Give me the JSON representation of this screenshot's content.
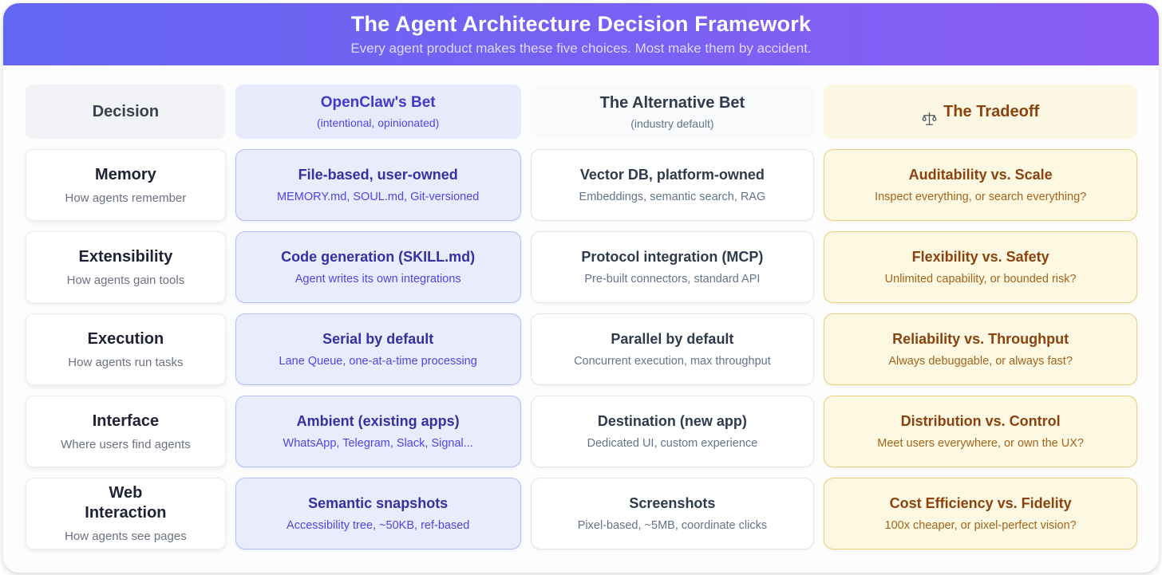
{
  "banner": {
    "title": "The Agent Architecture Decision Framework",
    "subtitle": "Every agent product makes these five choices. Most make them by accident."
  },
  "columns": {
    "decision": {
      "label": "Decision"
    },
    "openclaw": {
      "label": "OpenClaw's Bet",
      "sublabel": "(intentional, opinionated)"
    },
    "alternative": {
      "label": "The Alternative Bet",
      "sublabel": "(industry default)"
    },
    "tradeoff": {
      "label": "The Tradeoff",
      "icon": "scale-icon"
    }
  },
  "colors": {
    "banner_gradient_start": "#6366f1",
    "banner_gradient_end": "#8b5cf6",
    "openclaw_bg": "#e8ecfc",
    "openclaw_border": "#b6c0f1",
    "openclaw_title": "#3730a3",
    "openclaw_subtitle": "#4f46e5",
    "tradeoff_bg": "#fdf8e1",
    "tradeoff_border": "#e8d07e",
    "tradeoff_title": "#8a420e",
    "tradeoff_subtitle": "#a3641c"
  },
  "rows": [
    {
      "decision": {
        "title": "Memory",
        "subtitle": "How agents remember"
      },
      "openclaw": {
        "title": "File-based, user-owned",
        "subtitle": "MEMORY.md, SOUL.md, Git-versioned"
      },
      "alternative": {
        "title": "Vector DB, platform-owned",
        "subtitle": "Embeddings, semantic search, RAG"
      },
      "tradeoff": {
        "title": "Auditability vs. Scale",
        "subtitle": "Inspect everything, or search everything?"
      }
    },
    {
      "decision": {
        "title": "Extensibility",
        "subtitle": "How agents gain tools"
      },
      "openclaw": {
        "title": "Code generation (SKILL.md)",
        "subtitle": "Agent writes its own integrations"
      },
      "alternative": {
        "title": "Protocol integration (MCP)",
        "subtitle": "Pre-built connectors, standard API"
      },
      "tradeoff": {
        "title": "Flexibility vs. Safety",
        "subtitle": "Unlimited capability, or bounded risk?"
      }
    },
    {
      "decision": {
        "title": "Execution",
        "subtitle": "How agents run tasks"
      },
      "openclaw": {
        "title": "Serial by default",
        "subtitle": "Lane Queue, one-at-a-time processing"
      },
      "alternative": {
        "title": "Parallel by default",
        "subtitle": "Concurrent execution, max throughput"
      },
      "tradeoff": {
        "title": "Reliability vs. Throughput",
        "subtitle": "Always debuggable, or always fast?"
      }
    },
    {
      "decision": {
        "title": "Interface",
        "subtitle": "Where users find agents"
      },
      "openclaw": {
        "title": "Ambient (existing apps)",
        "subtitle": "WhatsApp, Telegram, Slack, Signal..."
      },
      "alternative": {
        "title": "Destination (new app)",
        "subtitle": "Dedicated UI, custom experience"
      },
      "tradeoff": {
        "title": "Distribution vs. Control",
        "subtitle": "Meet users everywhere, or own the UX?"
      }
    },
    {
      "decision": {
        "title": "Web\nInteraction",
        "subtitle": "How agents see pages"
      },
      "openclaw": {
        "title": "Semantic snapshots",
        "subtitle": "Accessibility tree, ~50KB, ref-based"
      },
      "alternative": {
        "title": "Screenshots",
        "subtitle": "Pixel-based, ~5MB, coordinate clicks"
      },
      "tradeoff": {
        "title": "Cost Efficiency vs. Fidelity",
        "subtitle": "100x cheaper, or pixel-perfect vision?"
      }
    }
  ]
}
